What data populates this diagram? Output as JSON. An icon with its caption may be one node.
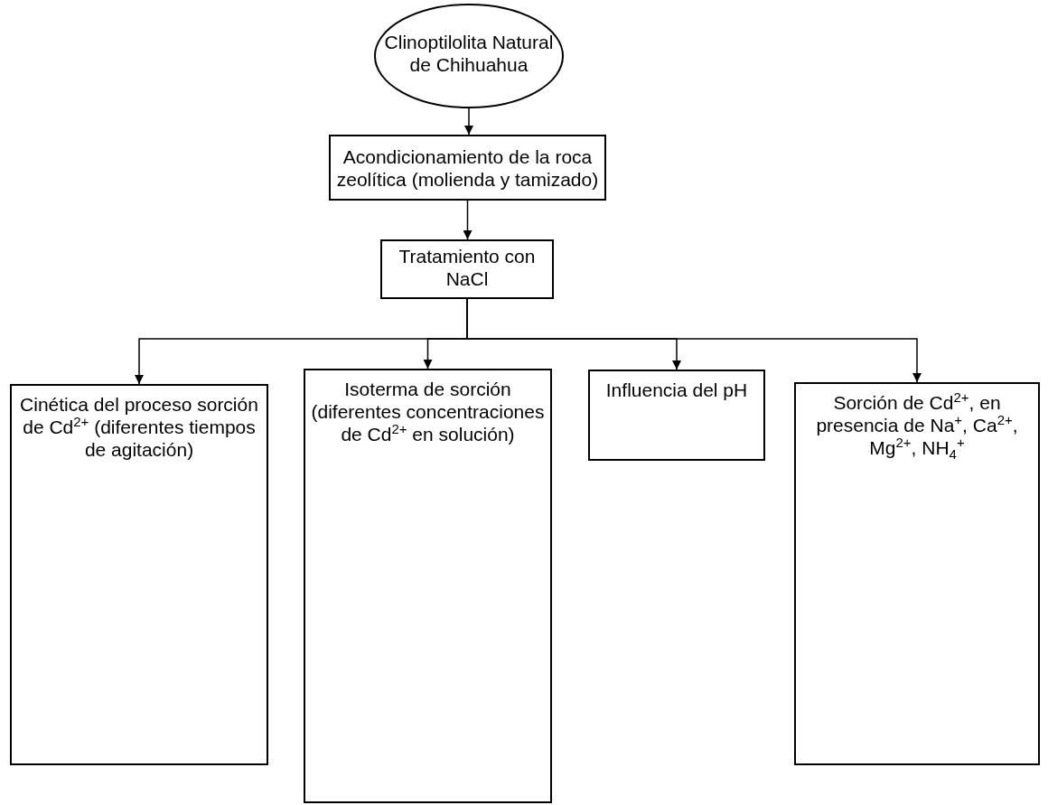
{
  "diagram": {
    "nodes": [
      {
        "text": [
          "Clinoptilolita Natural de Chihuahua"
        ]
      },
      {
        "text": [
          "Acondicionamiento de la roca zeolítica (molienda y tamizado)"
        ]
      },
      {
        "text": [
          "Tratamiento con NaCl"
        ]
      },
      {
        "text": [
          "Cinética del proceso sorción de Cd$^{2+}$ (diferentes tiempos de agitación)"
        ]
      },
      {
        "text": [
          "Isoterma de sorción (diferentes concentraciones de Cd$^{2+}$ en solución)"
        ]
      },
      {
        "text": [
          "Influencia del pH"
        ]
      },
      {
        "text": [
          "Sorción de Cd$^{2+}$, en presencia de Na$^{+}$, Ca$^{2+}$, Mg$^{2+}$, NH$_{4}$$^{+}$"
        ]
      }
    ],
    "edges": [
      {
        "from": 0,
        "to": 1,
        "arrow": "to"
      },
      {
        "from": 1,
        "to": 2,
        "arrow": "to"
      },
      {
        "from": 2,
        "to": 3,
        "arrow": "to"
      },
      {
        "from": 2,
        "to": 4,
        "arrow": "to"
      },
      {
        "from": 2,
        "to": 5,
        "arrow": "to"
      },
      {
        "from": 2,
        "to": 6,
        "arrow": "to"
      }
    ]
  }
}
